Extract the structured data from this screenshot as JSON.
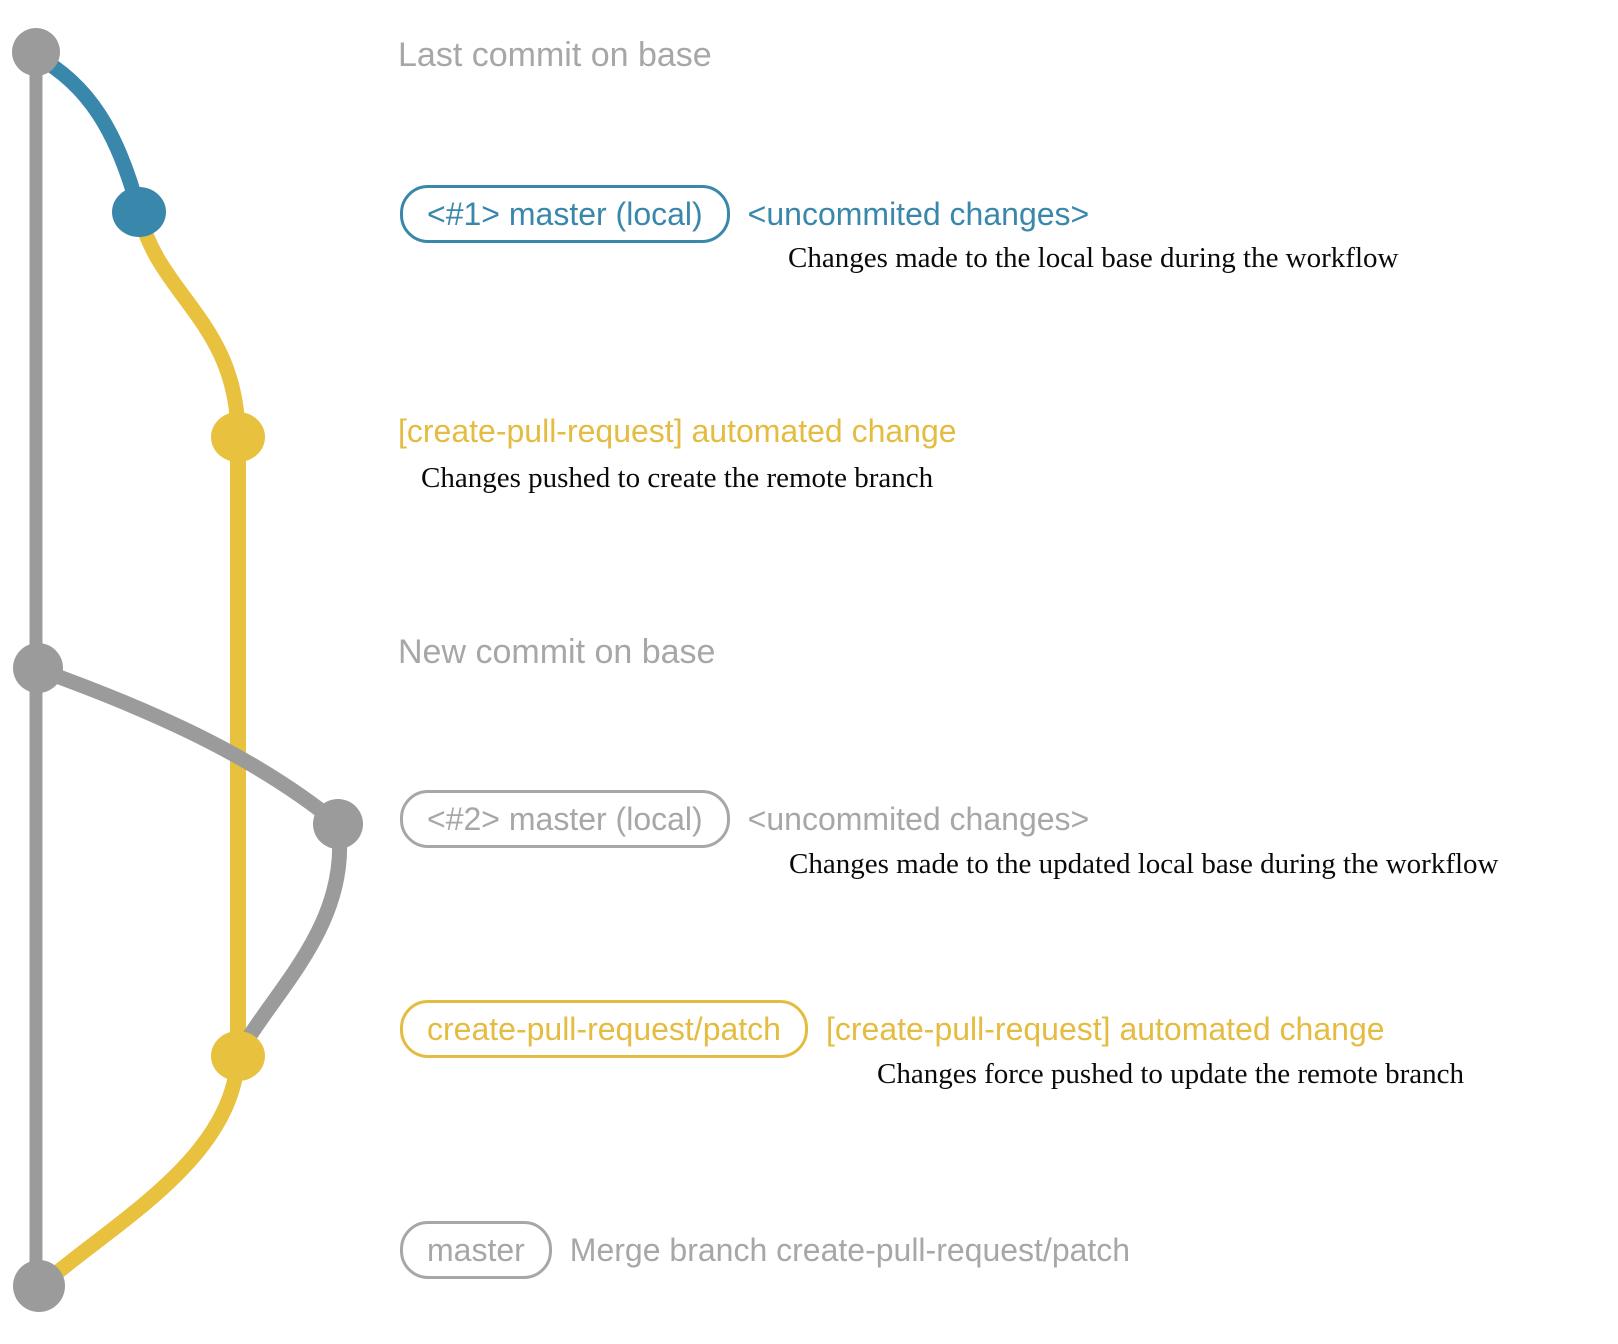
{
  "colors": {
    "gray": "#9b9b9b",
    "blue": "#3a87ac",
    "yellow": "#e8c13e",
    "gray_text": "#a7a7a7",
    "yellow_text": "#e4bc41",
    "caption_text": "#0a0a0a"
  },
  "graph": {
    "nodes": [
      {
        "id": "last-commit-on-base",
        "color": "gray"
      },
      {
        "id": "local-master-commit-1",
        "color": "blue"
      },
      {
        "id": "remote-branch-commit-1",
        "color": "yellow"
      },
      {
        "id": "new-commit-on-base",
        "color": "gray"
      },
      {
        "id": "local-master-commit-2",
        "color": "gray"
      },
      {
        "id": "remote-branch-commit-2",
        "color": "yellow"
      },
      {
        "id": "merge-commit",
        "color": "gray"
      }
    ]
  },
  "rows": {
    "header1": "Last commit on base",
    "commit1": {
      "pill": "<#1> master (local)",
      "note": "<uncommited changes>",
      "caption": "Changes made to the local base during the workflow"
    },
    "push1": {
      "heading": "[create-pull-request] automated change",
      "caption": "Changes pushed to create the remote branch"
    },
    "header2": "New commit on base",
    "commit2": {
      "pill": "<#2> master (local)",
      "note": "<uncommited changes>",
      "caption": "Changes made to the updated local base during the workflow"
    },
    "push2": {
      "pill": "create-pull-request/patch",
      "note": "[create-pull-request] automated change",
      "caption": "Changes force pushed to update the remote branch"
    },
    "merge": {
      "pill": "master",
      "note": "Merge branch create-pull-request/patch"
    }
  }
}
